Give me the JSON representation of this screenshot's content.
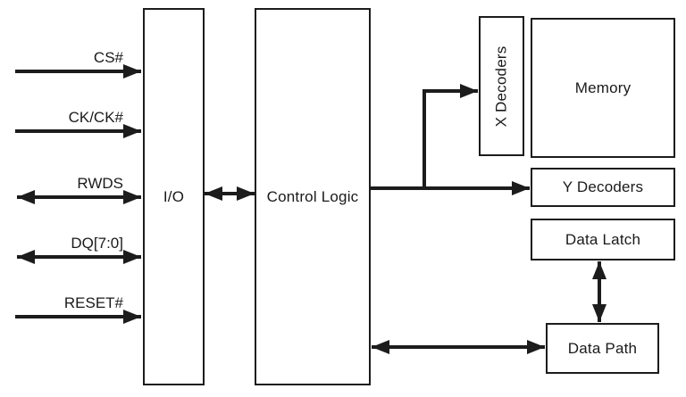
{
  "blocks": {
    "io": {
      "label": "I/O"
    },
    "control_logic": {
      "label": "Control Logic"
    },
    "x_decoders": {
      "label": "X Decoders"
    },
    "memory": {
      "label": "Memory"
    },
    "y_decoders": {
      "label": "Y Decoders"
    },
    "data_latch": {
      "label": "Data Latch"
    },
    "data_path": {
      "label": "Data Path"
    }
  },
  "signals": [
    {
      "label": "CS#",
      "direction": "input"
    },
    {
      "label": "CK/CK#",
      "direction": "input"
    },
    {
      "label": "RWDS",
      "direction": "bidirectional"
    },
    {
      "label": "DQ[7:0]",
      "direction": "bidirectional"
    },
    {
      "label": "RESET#",
      "direction": "input"
    }
  ],
  "connections": [
    {
      "from": "external",
      "to": "io",
      "signal": "CS#",
      "type": "single"
    },
    {
      "from": "external",
      "to": "io",
      "signal": "CK/CK#",
      "type": "single"
    },
    {
      "from": "external",
      "to": "io",
      "signal": "RWDS",
      "type": "double"
    },
    {
      "from": "external",
      "to": "io",
      "signal": "DQ[7:0]",
      "type": "double"
    },
    {
      "from": "external",
      "to": "io",
      "signal": "RESET#",
      "type": "single"
    },
    {
      "from": "io",
      "to": "control_logic",
      "type": "double"
    },
    {
      "from": "control_logic",
      "to": "x_decoders",
      "type": "single"
    },
    {
      "from": "control_logic",
      "to": "y_decoders",
      "type": "single"
    },
    {
      "from": "data_latch",
      "to": "data_path",
      "type": "double"
    },
    {
      "from": "control_logic",
      "to": "data_path",
      "type": "double"
    }
  ],
  "colors": {
    "line": "#1c1c1c",
    "background": "#ffffff",
    "text": "#1a1a1a"
  }
}
